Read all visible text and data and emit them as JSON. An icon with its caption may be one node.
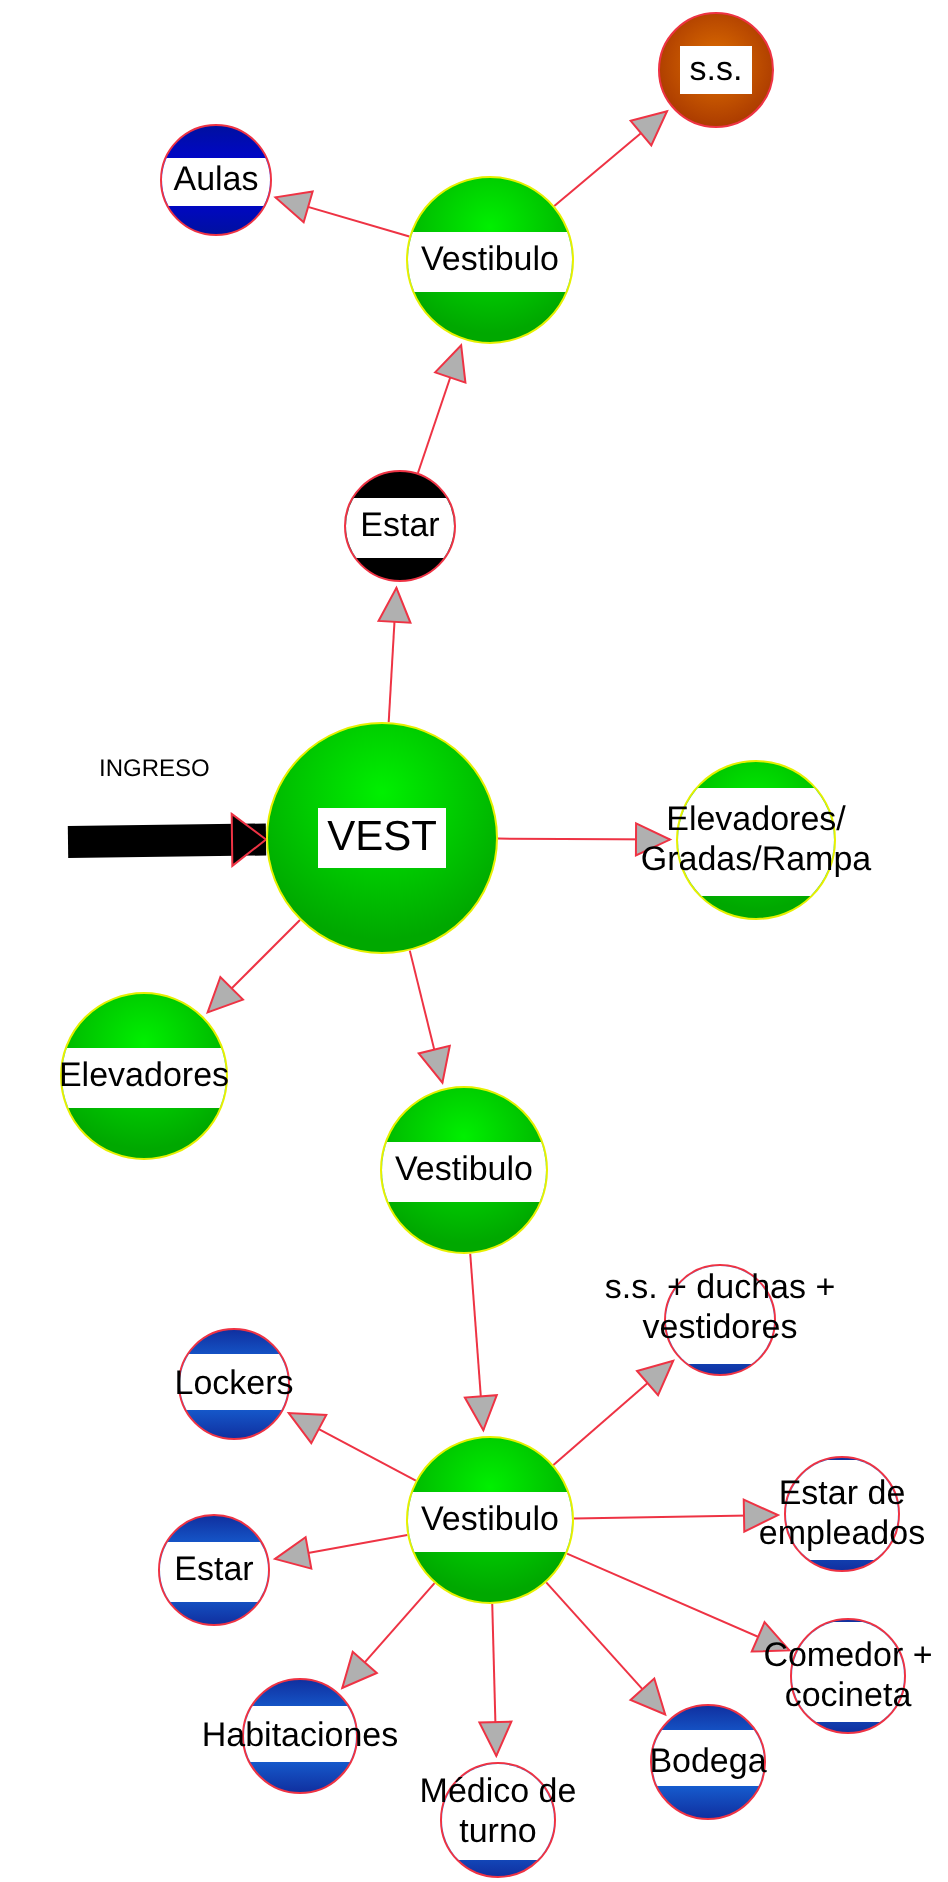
{
  "diagram": {
    "nodes": [
      {
        "text": [
          "s.s."
        ]
      },
      {
        "text": [
          "Aulas"
        ]
      },
      {
        "text": [
          "Vestibulo"
        ]
      },
      {
        "text": [
          "Estar"
        ]
      },
      {
        "text": [
          "VEST"
        ]
      },
      {
        "text": [
          "Elevadores/ Gradas/Rampa"
        ]
      },
      {
        "text": [
          "Elevadores"
        ]
      },
      {
        "text": [
          "Vestibulo"
        ]
      },
      {
        "text": [
          "s.s. + duchas + vestidores"
        ]
      },
      {
        "text": [
          "Lockers"
        ]
      },
      {
        "text": [
          "Vestibulo"
        ]
      },
      {
        "text": [
          "Estar de empleados"
        ]
      },
      {
        "text": [
          "Estar"
        ]
      },
      {
        "text": [
          "Comedor + cocineta"
        ]
      },
      {
        "text": [
          "Habitaciones"
        ]
      },
      {
        "text": [
          "Bodega"
        ]
      },
      {
        "text": [
          "Médico de turno"
        ]
      }
    ],
    "edges": [
      {
        "from": null,
        "to": 4,
        "arrow": "to",
        "label": "INGRESO",
        "style": "thick",
        "color": "#000000"
      },
      {
        "from": 4,
        "to": 3,
        "arrow": "to"
      },
      {
        "from": 3,
        "to": 2,
        "arrow": "to"
      },
      {
        "from": 2,
        "to": 1,
        "arrow": "to"
      },
      {
        "from": 2,
        "to": 0,
        "arrow": "to"
      },
      {
        "from": 4,
        "to": 5,
        "arrow": "to"
      },
      {
        "from": 4,
        "to": 6,
        "arrow": "to"
      },
      {
        "from": 4,
        "to": 7,
        "arrow": "to"
      },
      {
        "from": 7,
        "to": 10,
        "arrow": "to"
      },
      {
        "from": 10,
        "to": 8,
        "arrow": "to"
      },
      {
        "from": 10,
        "to": 9,
        "arrow": "to"
      },
      {
        "from": 10,
        "to": 11,
        "arrow": "to"
      },
      {
        "from": 10,
        "to": 12,
        "arrow": "to"
      },
      {
        "from": 10,
        "to": 13,
        "arrow": "to"
      },
      {
        "from": 10,
        "to": 14,
        "arrow": "to"
      },
      {
        "from": 10,
        "to": 15,
        "arrow": "to"
      },
      {
        "from": 10,
        "to": 16,
        "arrow": "to"
      }
    ]
  }
}
